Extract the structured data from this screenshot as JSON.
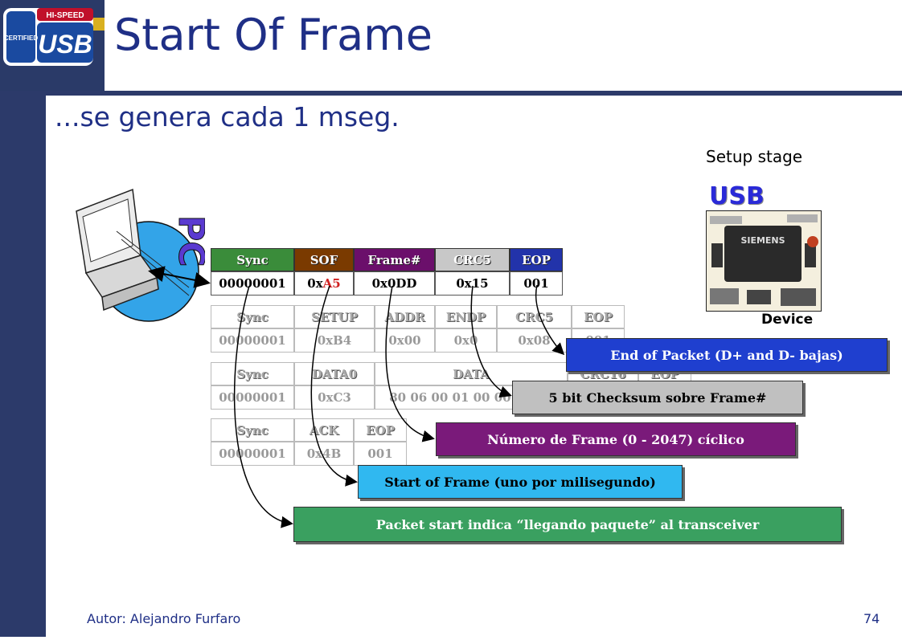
{
  "slide": {
    "title": "Start Of Frame",
    "subtitle": "...se genera cada 1 mseg.",
    "setup_stage": "Setup stage",
    "usb_label": "USB",
    "device_label": "Device",
    "pc_label": "PC",
    "author": "Autor: Alejandro Furfaro",
    "page_number": "74",
    "logo": {
      "top_text": "HI-SPEED",
      "main_text": "USB",
      "side_text": "CERTIFIED"
    }
  },
  "sof_packet": {
    "headers": [
      "Sync",
      "SOF",
      "Frame#",
      "CRC5",
      "EOP"
    ],
    "values": [
      "00000001",
      "0x",
      "A5",
      "0x0DD",
      "0x15",
      "001"
    ],
    "header_colors": [
      "#3a8c3a",
      "#7a3a00",
      "#6b0f6b",
      "#c8c8c8",
      "#2233aa"
    ]
  },
  "faded_packets": {
    "setup": {
      "headers": [
        "Sync",
        "SETUP",
        "ADDR",
        "ENDP",
        "CRC5",
        "EOP"
      ],
      "values": [
        "00000001",
        "0xB4",
        "0x00",
        "0x0",
        "0x08",
        "001"
      ]
    },
    "data": {
      "headers": [
        "Sync",
        "DATA0",
        "DATA",
        "CRC16",
        "EOP"
      ],
      "values": [
        "00000001",
        "0xC3",
        "80 06 00 01 00 00 40 00"
      ]
    },
    "ack": {
      "headers": [
        "Sync",
        "ACK",
        "EOP"
      ],
      "values": [
        "00000001",
        "0x4B",
        "001"
      ]
    }
  },
  "callouts": {
    "eop": "End of Packet (D+ and D- bajas)",
    "crc": "5 bit Checksum sobre Frame#",
    "frame": "Número de Frame (0 - 2047) cíclico",
    "sof": "Start of Frame (uno por milisegundo)",
    "sync": "Packet start indica “llegando paquete” al transceiver"
  },
  "colors": {
    "theme_blue": "#1f2f86",
    "sidebar": "#2c3a6a",
    "eop_box": "#1f3fcf",
    "crc_box": "#c0c0c0",
    "frame_box": "#7a1a7a",
    "sof_box": "#30b8f0",
    "sync_box": "#3aa060"
  }
}
